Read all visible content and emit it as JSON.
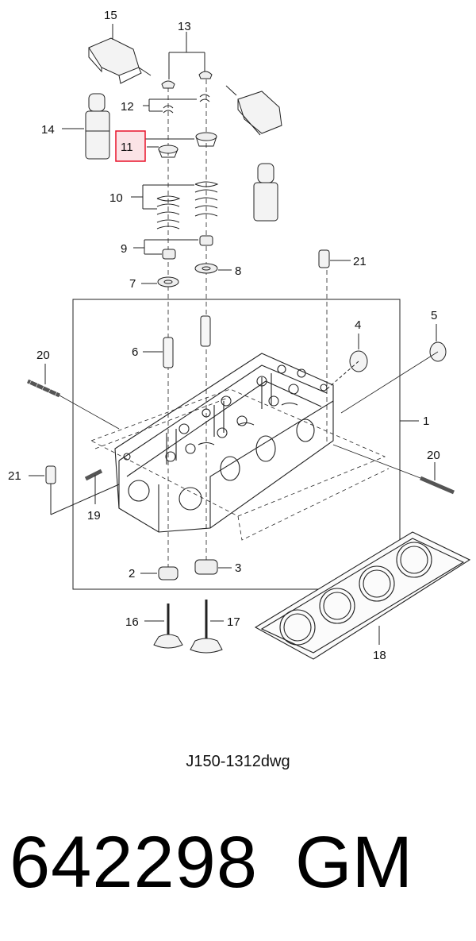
{
  "callouts": {
    "n1": "1",
    "n2": "2",
    "n3": "3",
    "n4": "4",
    "n5": "5",
    "n6": "6",
    "n7": "7",
    "n8": "8",
    "n9": "9",
    "n10": "10",
    "n11": "11",
    "n12": "12",
    "n13": "13",
    "n14": "14",
    "n15": "15",
    "n16": "16",
    "n17": "17",
    "n18": "18",
    "n19": "19",
    "n20a": "20",
    "n20b": "20",
    "n21a": "21",
    "n21b": "21"
  },
  "highlight": {
    "callout": "11",
    "color": "#e8122a"
  },
  "drawing_code": "J150-1312dwg",
  "part_number": "642298",
  "brand": "GM"
}
